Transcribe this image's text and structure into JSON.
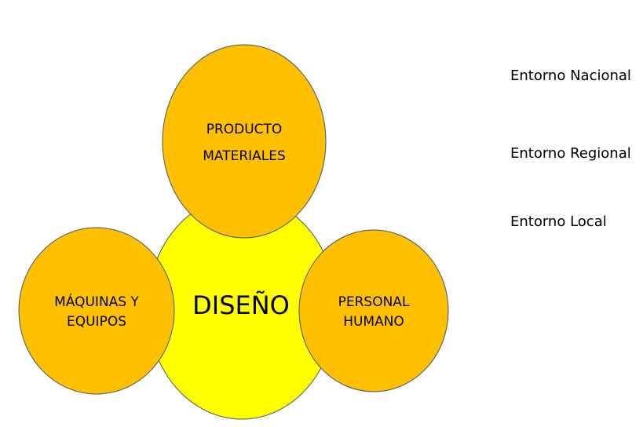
{
  "center": {
    "label": "DISEÑO",
    "color": "#FFFF00"
  },
  "nodes": {
    "top": {
      "lines": [
        "PRODUCTO",
        "MATERIALES"
      ],
      "color": "#FFC000"
    },
    "left": {
      "lines": [
        "MÁQUINAS Y",
        "EQUIPOS"
      ],
      "color": "#FFC000"
    },
    "right": {
      "lines": [
        "PERSONAL",
        "HUMANO"
      ],
      "color": "#FFC000"
    }
  },
  "environments": [
    "Entorno Nacional",
    "Entorno Regional",
    "Entorno Local"
  ],
  "stroke_color": "#44546A"
}
